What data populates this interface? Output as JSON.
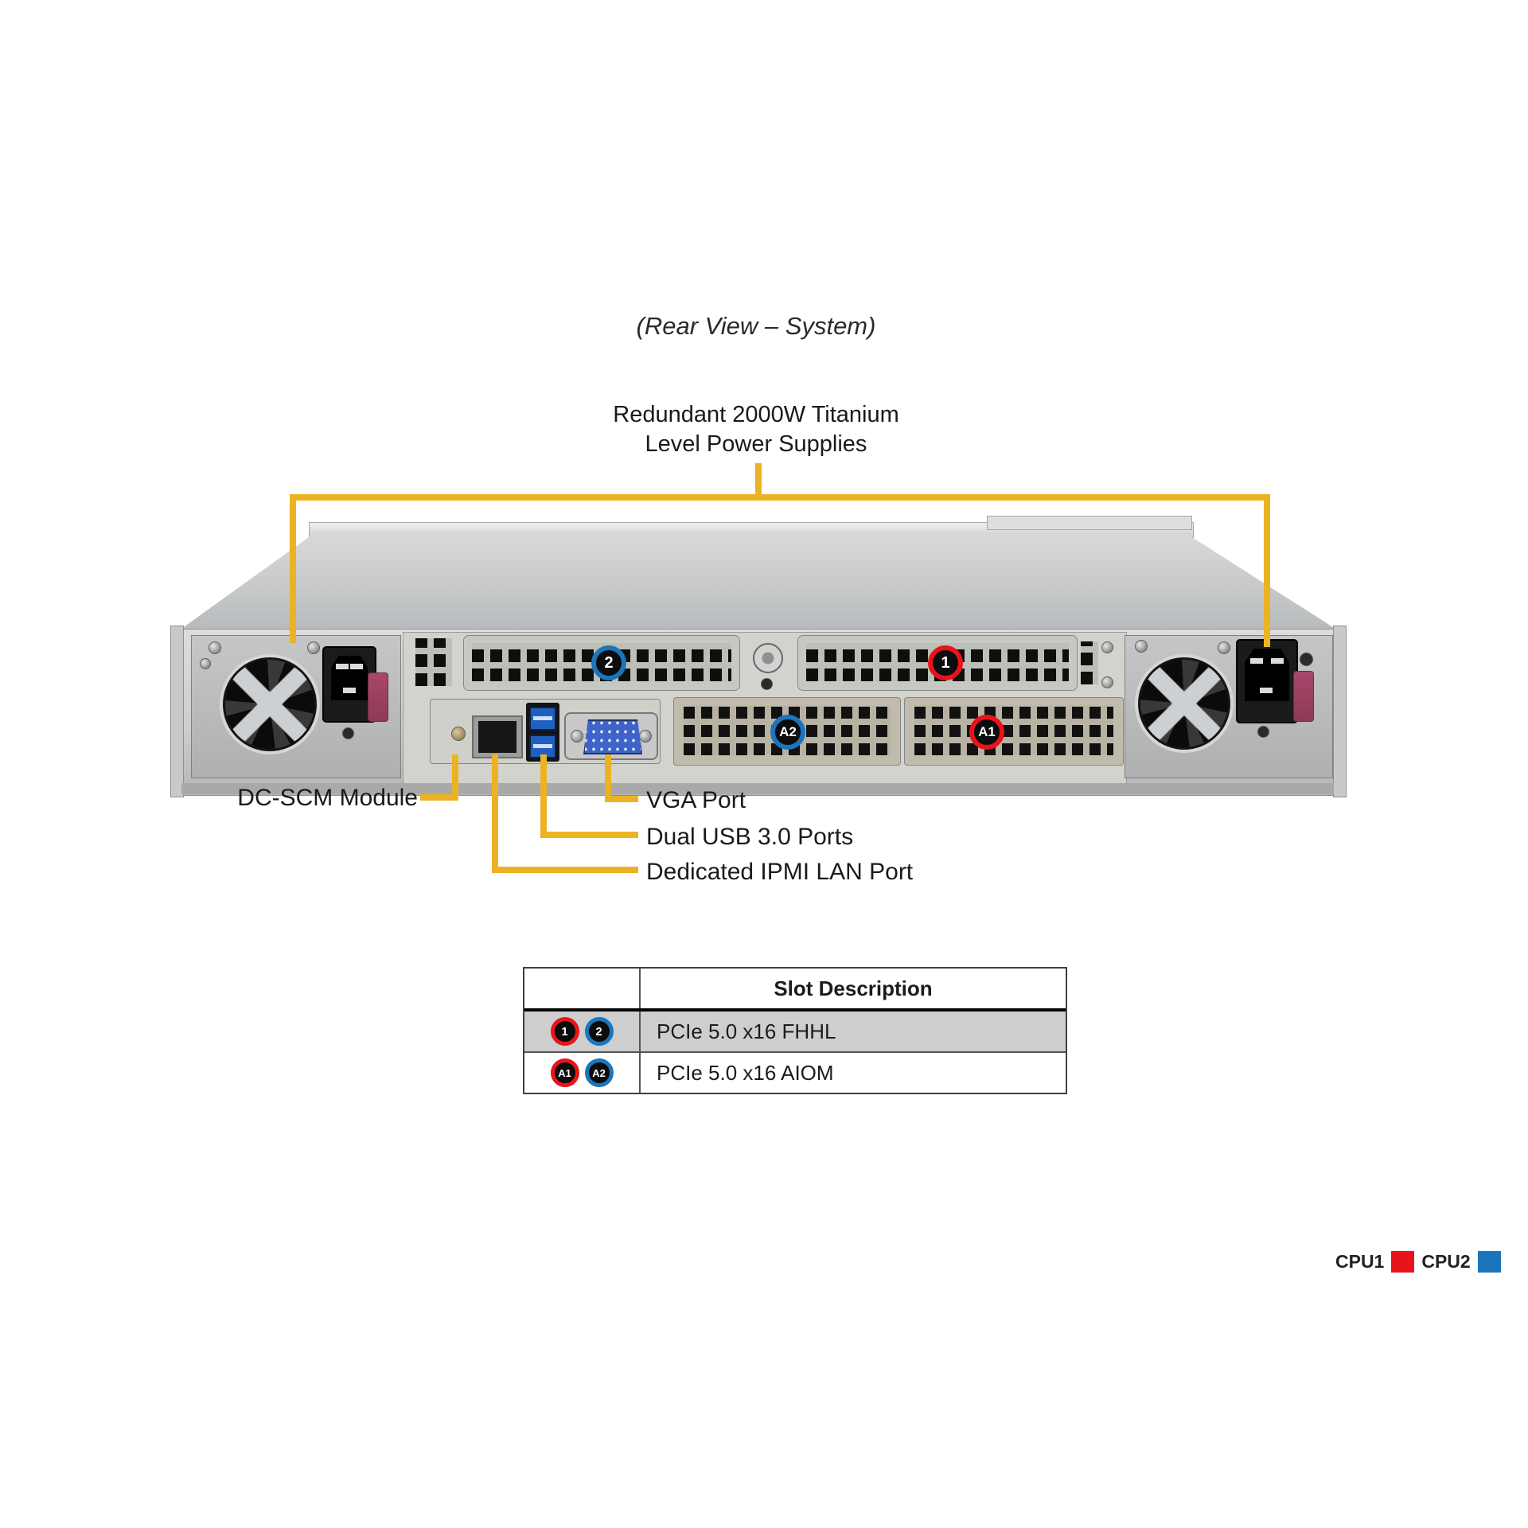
{
  "title": "(Rear View – System)",
  "psu_callout": {
    "line1": "Redundant 2000W Titanium",
    "line2": "Level Power Supplies"
  },
  "port_labels": {
    "dcscm": "DC-SCM Module",
    "vga": "VGA Port",
    "usb": "Dual USB 3.0 Ports",
    "ipmi": "Dedicated IPMI LAN Port"
  },
  "chassis": {
    "badges": [
      {
        "id": "pcie-slot-2",
        "label": "2",
        "color": "#1b75bc"
      },
      {
        "id": "pcie-slot-1",
        "label": "1",
        "color": "#e8131b"
      },
      {
        "id": "aiom-slot-a2",
        "label": "A2",
        "color": "#1b75bc"
      },
      {
        "id": "aiom-slot-a1",
        "label": "A1",
        "color": "#e8131b"
      }
    ]
  },
  "table": {
    "header": "Slot Description",
    "rows": [
      {
        "badges": [
          {
            "label": "1",
            "color": "#e8131b"
          },
          {
            "label": "2",
            "color": "#1b75bc"
          }
        ],
        "description": "PCIe 5.0 x16 FHHL"
      },
      {
        "badges": [
          {
            "label": "A1",
            "color": "#e8131b"
          },
          {
            "label": "A2",
            "color": "#1b75bc"
          }
        ],
        "description": "PCIe 5.0 x16 AIOM"
      }
    ]
  },
  "legend": [
    {
      "label": "CPU1",
      "color": "#e8131b"
    },
    {
      "label": "CPU2",
      "color": "#1b75bc"
    }
  ],
  "colors": {
    "callout_yellow": "#ebb324",
    "cpu1_red": "#e8131b",
    "cpu2_blue": "#1b75bc",
    "table_row_shade": "#cecece"
  }
}
